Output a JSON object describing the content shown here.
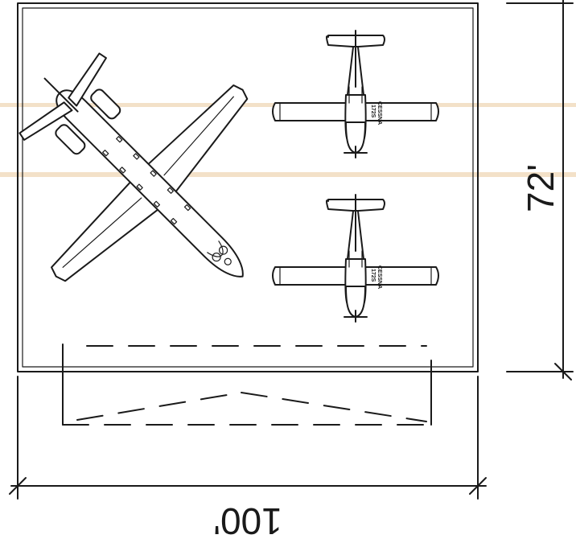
{
  "dimensions": {
    "width_label": "100'",
    "height_label": "72'"
  },
  "aircraft": {
    "cessna_top_brand": "CESSNA",
    "cessna_top_model": "172S",
    "cessna_bottom_brand": "CESSNA",
    "cessna_bottom_model": "172S"
  },
  "colors": {
    "line": "#1a1a1a",
    "scan_band": "#e9c99a"
  }
}
